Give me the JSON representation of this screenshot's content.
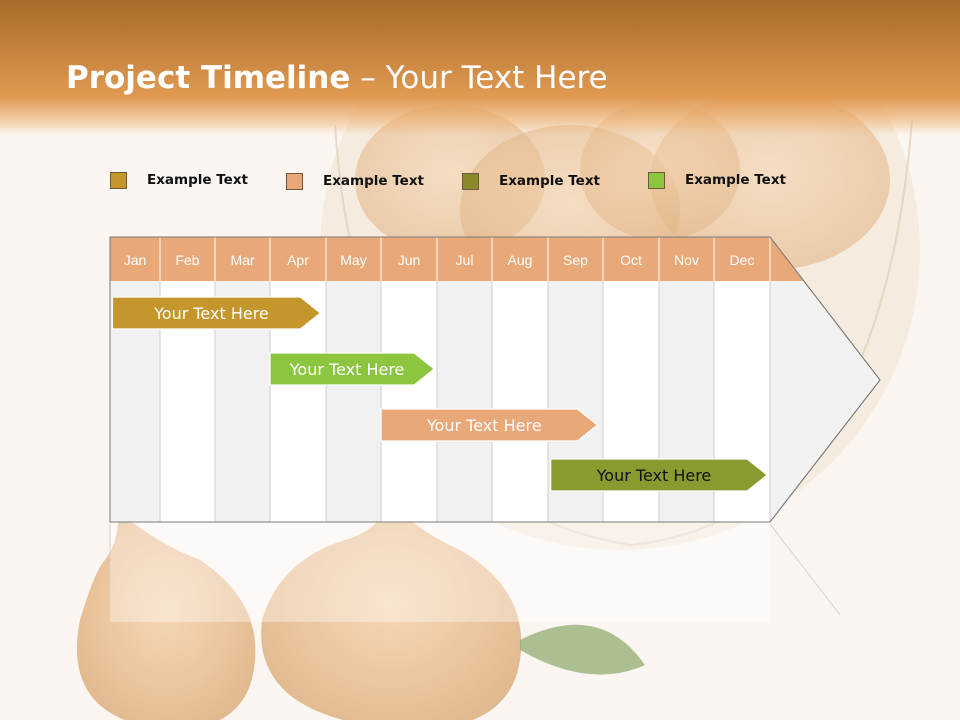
{
  "slide": {
    "title_bold": "Project Timeline",
    "title_rest": " – Your Text Here"
  },
  "legend": [
    {
      "label": "Example Text",
      "color": "#c4962c"
    },
    {
      "label": "Example Text",
      "color": "#e8a878"
    },
    {
      "label": "Example Text",
      "color": "#8a8a2a"
    },
    {
      "label": "Example Text",
      "color": "#8cc63e"
    }
  ],
  "timeline": {
    "months": [
      "Jan",
      "Feb",
      "Mar",
      "Apr",
      "May",
      "Jun",
      "Jul",
      "Aug",
      "Sep",
      "Oct",
      "Nov",
      "Dec"
    ],
    "header_color": "#e8a878",
    "tasks": [
      {
        "label": "Your  Text Here",
        "start_month": 0.05,
        "end_month": 3.9,
        "color": "#c4962c",
        "text_color": "#ffffff"
      },
      {
        "label": "Your  Text Here",
        "start_month": 3.0,
        "end_month": 5.95,
        "color": "#8cc63e",
        "text_color": "#ffffff"
      },
      {
        "label": "Your  Text Here",
        "start_month": 5.0,
        "end_month": 8.9,
        "color": "#e8a878",
        "text_color": "#ffffff"
      },
      {
        "label": "Your  Text Here",
        "start_month": 8.05,
        "end_month": 11.95,
        "color": "#8a9a2e",
        "text_color": "#111111"
      }
    ]
  }
}
